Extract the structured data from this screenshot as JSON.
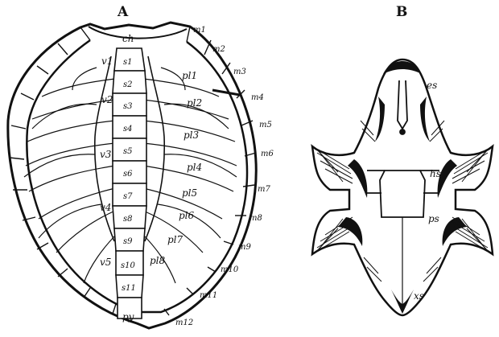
{
  "panels": {
    "a": "A",
    "b": "B"
  },
  "carapace": {
    "nuchal": "ch",
    "pygal": "py",
    "neurals": [
      "s1",
      "s2",
      "s3",
      "s4",
      "s5",
      "s6",
      "s7",
      "s8",
      "s9",
      "s10",
      "s11"
    ],
    "vertebrals": [
      "v1",
      "v2",
      "v3",
      "v4",
      "v5"
    ],
    "pleurals": [
      "pl1",
      "pl2",
      "pl3",
      "pl4",
      "pl5",
      "pl6",
      "pl7",
      "pl8"
    ],
    "marginals": [
      "m1",
      "m2",
      "m3",
      "m4",
      "m5",
      "m6",
      "m7",
      "m8",
      "m9",
      "m10",
      "m11",
      "m12"
    ]
  },
  "plastron": {
    "epiplastron": "es",
    "hyoplastron": "hs",
    "hypoplastron": "ps",
    "xiphiplastron": "xs"
  }
}
